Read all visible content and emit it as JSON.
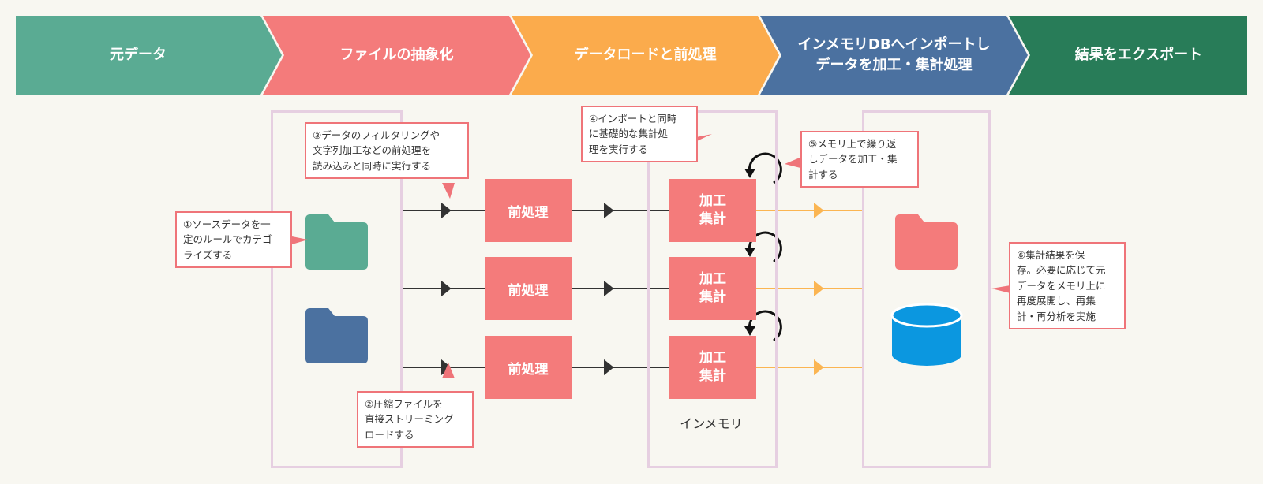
{
  "header": {
    "steps": [
      {
        "label": "元データ",
        "color": "#5aab93"
      },
      {
        "label": "ファイルの抽象化",
        "color": "#f47b7b"
      },
      {
        "label": "データロードと前処理",
        "color": "#fbab4c"
      },
      {
        "label": "インメモリDBへインポートし\nデータを加工・集計処理",
        "color": "#4b71a0"
      },
      {
        "label": "結果をエクスポート",
        "color": "#287c58"
      }
    ]
  },
  "callouts": {
    "c1": "①ソースデータを一\n定のルールでカテゴ\nライズする",
    "c2": "②圧縮ファイルを\n直接ストリーミング\nロードする",
    "c3": "③データのフィルタリングや\n文字列加工などの前処理を\n読み込みと同時に実行する",
    "c4": "④インポートと同時\nに基礎的な集計処\n理を実行する",
    "c5": "⑤メモリ上で繰り返\nしデータを加工・集\n計する",
    "c6": "⑥集計結果を保\n存。必要に応じて元\nデータをメモリ上に\n再度展開し、再集\n計・再分析を実施"
  },
  "process": {
    "label": "前処理"
  },
  "calc": {
    "label": "加工\n集計"
  },
  "inmemory": {
    "label": "インメモリ"
  },
  "colors": {
    "green_folder": "#5aab93",
    "blue_folder": "#4b71a0",
    "red_folder": "#f47b7b",
    "database": "#0b97e0",
    "orange_arrow": "#fbb552",
    "dark_arrow": "#333333"
  },
  "icons": [
    "folder-icon",
    "database-icon",
    "loop-arrow-icon"
  ]
}
